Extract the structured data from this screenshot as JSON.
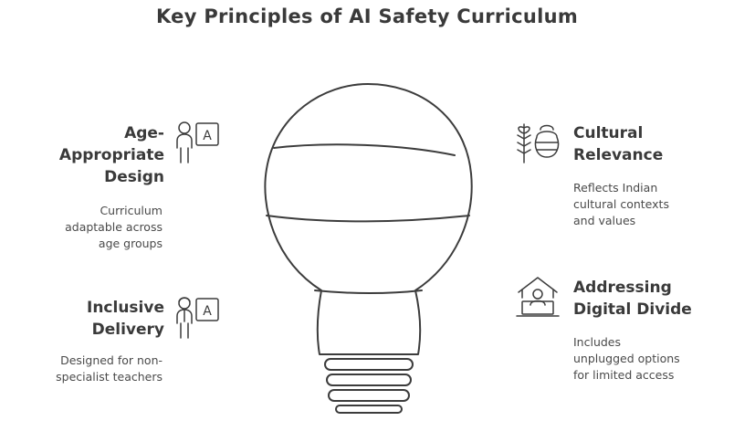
{
  "title": "Key Principles of AI Safety Curriculum",
  "principles": [
    {
      "heading_lines": [
        "Age-",
        "Appropriate",
        "Design"
      ],
      "description_lines": [
        "Curriculum",
        "adaptable across",
        "age groups"
      ],
      "icon": "person-with-letter-card-icon"
    },
    {
      "heading_lines": [
        "Inclusive",
        "Delivery"
      ],
      "description_lines": [
        "Designed for non-",
        "specialist teachers"
      ],
      "icon": "teacher-with-letter-card-icon"
    },
    {
      "heading_lines": [
        "Cultural",
        "Relevance"
      ],
      "description_lines": [
        "Reflects Indian",
        "cultural contexts",
        "and values"
      ],
      "icon": "plant-and-pot-icon"
    },
    {
      "heading_lines": [
        "Addressing",
        "Digital Divide"
      ],
      "description_lines": [
        "Includes",
        "unplugged options",
        "for limited access"
      ],
      "icon": "home-laptop-icon"
    }
  ],
  "icon_letter": "A",
  "center_graphic": "lightbulb-icon"
}
